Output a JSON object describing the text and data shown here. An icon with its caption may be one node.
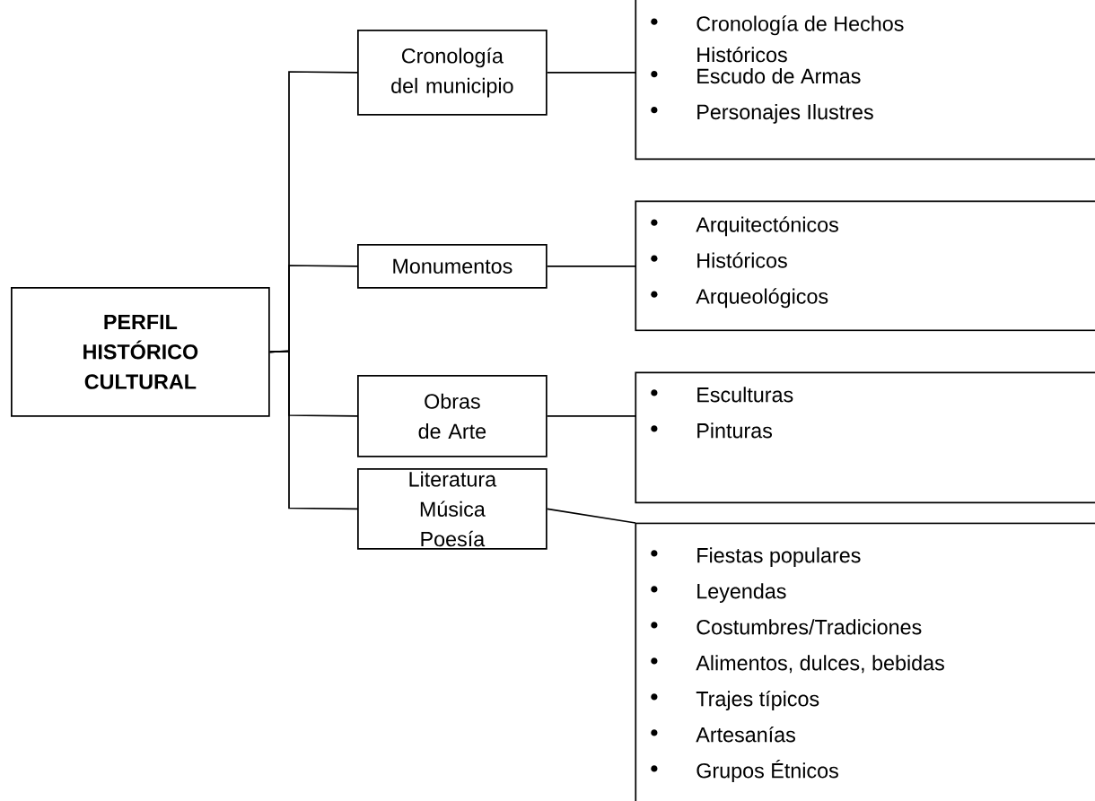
{
  "diagram": {
    "nodes": [
      {
        "text": [
          "PERFIL HISTÓRICO CULTURAL"
        ]
      },
      {
        "text": [
          "Cronología del municipio"
        ]
      },
      {
        "text": [
          "Cronología de Hechos Históricos",
          "Escudo de Armas",
          "Personajes Ilustres"
        ]
      },
      {
        "text": [
          "Monumentos"
        ]
      },
      {
        "text": [
          "Arquitectónicos",
          "Históricos",
          "Arqueológicos"
        ]
      },
      {
        "text": [
          "Obras de Arte"
        ]
      },
      {
        "text": [
          "Esculturas",
          "Pinturas"
        ]
      },
      {
        "text": [
          "Literatura Música Poesía"
        ]
      },
      {
        "text": [
          "Fiestas populares",
          "Leyendas",
          "Costumbres/Tradiciones",
          "Alimentos, dulces, bebidas",
          "Trajes típicos",
          "Artesanías",
          "Grupos Étnicos"
        ]
      }
    ],
    "edges": [
      {
        "from": 0,
        "to": 1,
        "arrow": "none"
      },
      {
        "from": 0,
        "to": 3,
        "arrow": "none"
      },
      {
        "from": 0,
        "to": 5,
        "arrow": "none"
      },
      {
        "from": 0,
        "to": 7,
        "arrow": "none"
      },
      {
        "from": 1,
        "to": 2,
        "arrow": "none"
      },
      {
        "from": 3,
        "to": 4,
        "arrow": "none"
      },
      {
        "from": 5,
        "to": 6,
        "arrow": "none"
      },
      {
        "from": 7,
        "to": 8,
        "arrow": "none"
      }
    ]
  }
}
